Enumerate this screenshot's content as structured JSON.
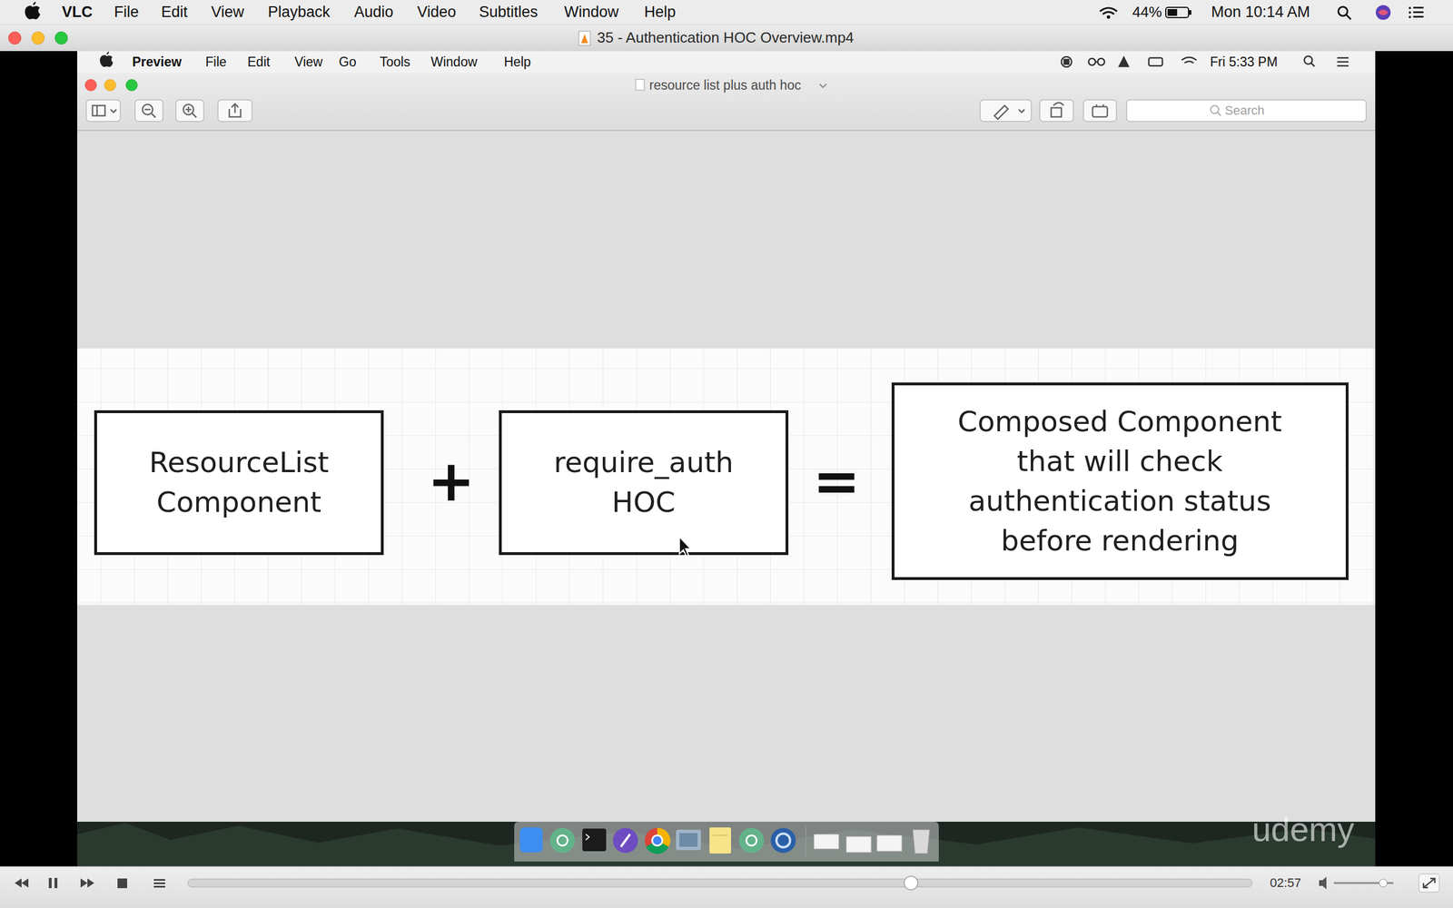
{
  "diagram": {
    "nodes": [
      {
        "text": [
          "ResourceList Component"
        ]
      },
      {
        "text": [
          "require_auth HOC"
        ]
      },
      {
        "text": [
          "Composed Component that will check authentication status before rendering"
        ]
      }
    ],
    "labels": [
      "VLC",
      "File",
      "Edit",
      "View",
      "Playback",
      "Audio",
      "Video",
      "Subtitles",
      "Window",
      "Help",
      "44%",
      "Mon 10:14 AM",
      "35 - Authentication HOC Overview.mp4",
      "Preview",
      "File",
      "Edit",
      "View",
      "Go",
      "Tools",
      "Window",
      "Help",
      "Fri 5:33 PM",
      "resource list plus auth hoc",
      "Search",
      "+",
      "=",
      "udemy",
      "02:57"
    ]
  }
}
